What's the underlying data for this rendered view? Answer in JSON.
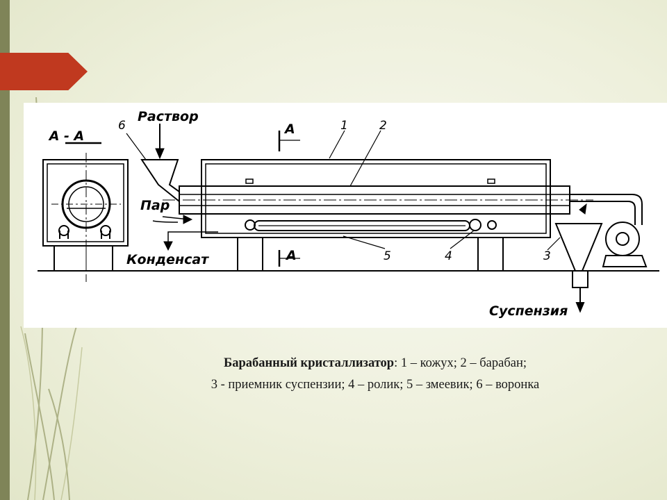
{
  "diagram": {
    "labels": {
      "section": "А - А",
      "solution": "Раствор",
      "steam": "Пар",
      "condensate": "Конденсат",
      "suspension": "Суспензия",
      "section_mark_top": "А",
      "section_mark_bottom": "А"
    },
    "numbers": [
      "1",
      "2",
      "3",
      "4",
      "5",
      "6"
    ]
  },
  "caption": {
    "title": "Барабанный кристаллизатор",
    "line1_rest": ": 1 – кожух; 2 – барабан;",
    "line2": "3 - приемник суспензии; 4 – ролик; 5 – змеевик; 6 – воронка"
  },
  "colors": {
    "accent_red": "#c0391f",
    "left_bar": "#7f8458"
  }
}
